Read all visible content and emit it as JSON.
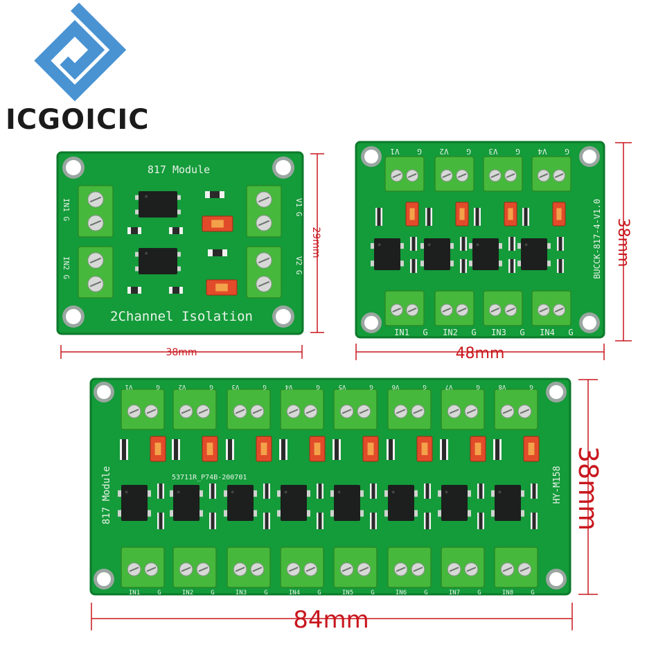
{
  "brand": {
    "name": "ICGOICIC",
    "logo_icon": "square-spiral-logo-icon",
    "logo_color": "#4a93d2"
  },
  "colors": {
    "pcb": "#149b3a",
    "pcb_edge": "#0c7a2b",
    "terminal": "#46b83c",
    "dimension": "#c8161d"
  },
  "board_2ch": {
    "title": "817 Module",
    "footer": "2Channel Isolation",
    "left_labels": [
      "IN1 G",
      "IN2 G"
    ],
    "right_labels": [
      "V1 G",
      "V2 G"
    ],
    "width_label": "38mm",
    "height_label": "29mm"
  },
  "board_4ch": {
    "top_labels": [
      "V1",
      "G",
      "V2",
      "G",
      "V3",
      "G",
      "V4",
      "G"
    ],
    "bottom_labels": [
      "IN1",
      "G",
      "IN2",
      "G",
      "IN3",
      "G",
      "IN4",
      "G"
    ],
    "side_label": "BUCCK-817-4-V1.0",
    "width_label": "48mm",
    "height_label": "38mm"
  },
  "board_8ch": {
    "title": "817 Module",
    "code": "53711R_P74B-200701",
    "model": "HY-M158",
    "top_labels": [
      "V1",
      "G",
      "V2",
      "G",
      "V3",
      "G",
      "V4",
      "G",
      "V5",
      "G",
      "V6",
      "G",
      "V7",
      "G",
      "V8",
      "G"
    ],
    "bottom_labels": [
      "IN1",
      "G",
      "IN2",
      "G",
      "IN3",
      "G",
      "IN4",
      "G",
      "IN5",
      "G",
      "IN6",
      "G",
      "IN7",
      "G",
      "IN8",
      "G"
    ],
    "width_label": "84mm",
    "height_label": "38mm"
  }
}
